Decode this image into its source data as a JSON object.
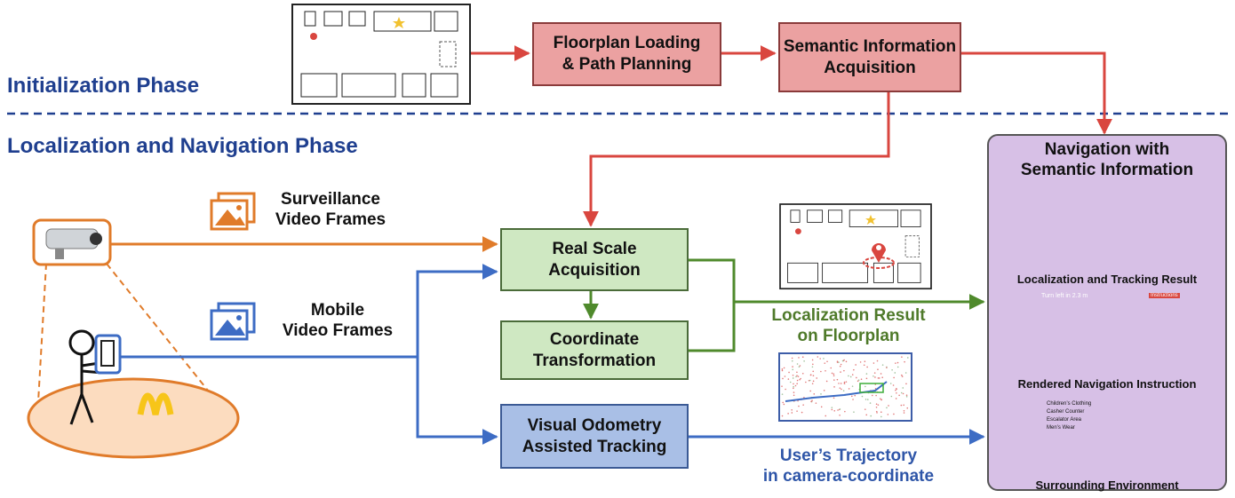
{
  "phases": {
    "initialization": "Initialization Phase",
    "localization": "Localization and Navigation Phase"
  },
  "boxes": {
    "floorplan_loading": [
      "Floorplan Loading",
      "& Path Planning"
    ],
    "semantic_acquisition": [
      "Semantic Information",
      "Acquisition"
    ],
    "real_scale": [
      "Real Scale",
      "Acquisition"
    ],
    "coordinate_transform": [
      "Coordinate",
      "Transformation"
    ],
    "visual_odometry": [
      "Visual Odometry",
      "Assisted Tracking"
    ]
  },
  "inputs": {
    "surveillance": [
      "Surveillance",
      "Video Frames"
    ],
    "mobile": [
      "Mobile",
      "Video Frames"
    ]
  },
  "results": {
    "localization": [
      "Localization Result",
      "on Floorplan"
    ],
    "trajectory": [
      "User’s Trajectory",
      "in camera-coordinate"
    ]
  },
  "navigation_panel": {
    "title": [
      "Navigation with",
      "Semantic Information"
    ],
    "cap_localization": "Localization and Tracking Result",
    "cap_rendered": "Rendered Navigation Instruction",
    "cap_surrounding": "Surrounding Environment",
    "instruction_text": "Turn left in 2.3 m",
    "instruction_tag": "Instructions",
    "legend": [
      "Children’s Clothing",
      "Casher Counter",
      "Escalator Area",
      "Men’s Wear"
    ]
  },
  "colors": {
    "red_arrow": "#d9463f",
    "orange_arrow": "#e07b2a",
    "blue_arrow": "#3d6cc4",
    "green_arrow": "#4f8a2c",
    "phase_text": "#1f3f8f",
    "green_text": "#4f7a2a",
    "blue_text": "#2f56a8"
  }
}
